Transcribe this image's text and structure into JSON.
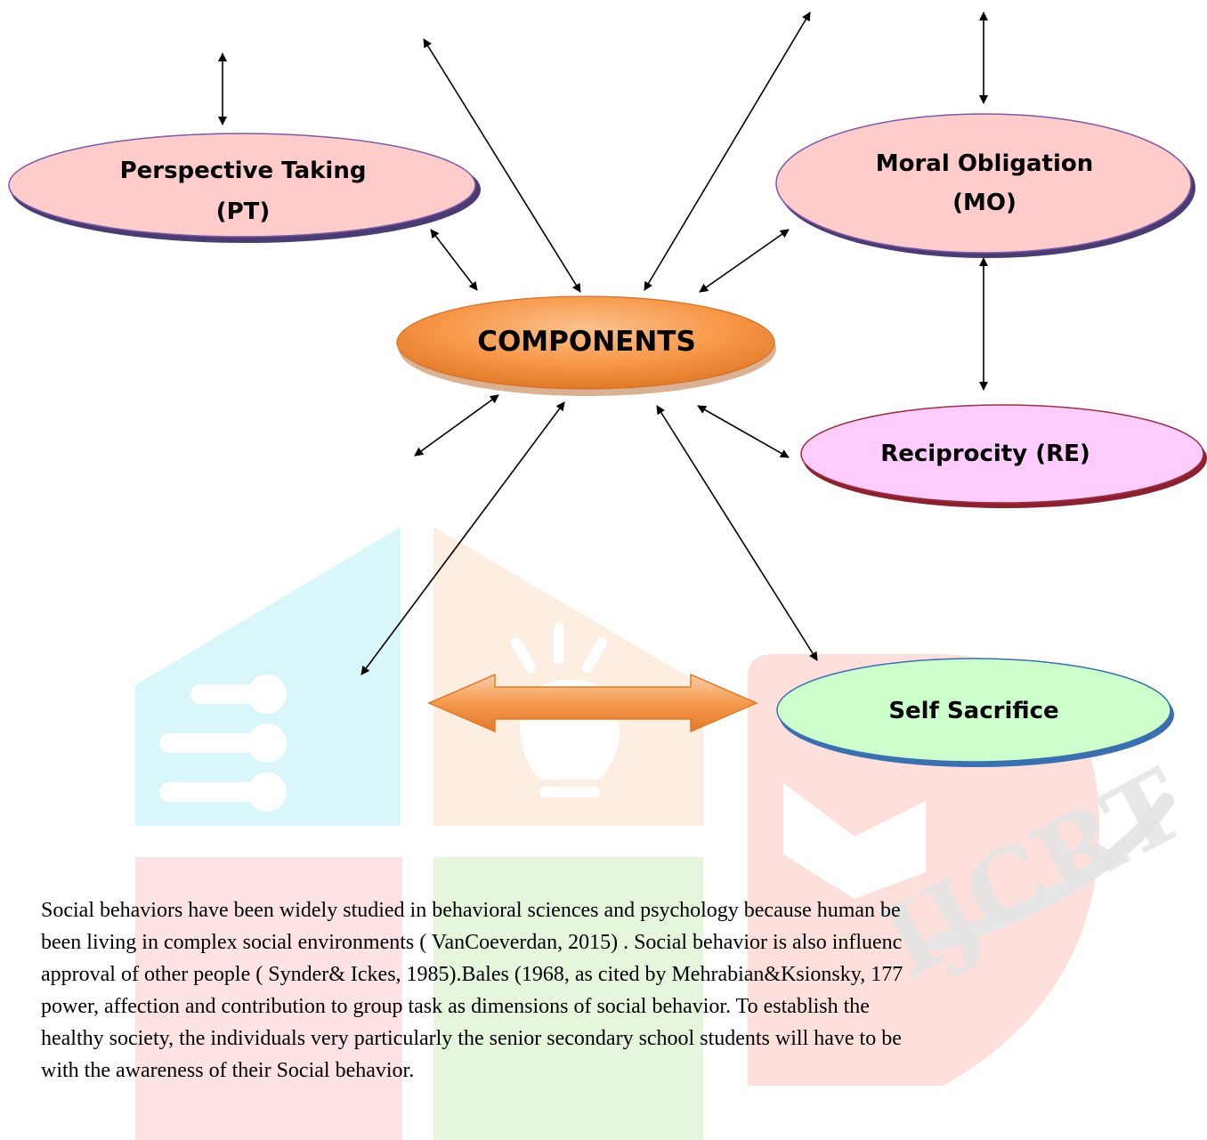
{
  "nodes": {
    "perspective_taking": {
      "line1": "Perspective Taking",
      "line2": "(PT)"
    },
    "moral_obligation": {
      "line1": "Moral Obligation",
      "line2": "(MO)"
    },
    "components": {
      "label": "COMPONENTS"
    },
    "reciprocity": {
      "label": "Reciprocity (RE)"
    },
    "self_sacrifice": {
      "label": "Self Sacrifice"
    }
  },
  "colors": {
    "pt_fill": "#ffcccc",
    "mo_fill": "#ffcccc",
    "components_fill": "#f79646",
    "reciprocity_fill": "#ffccff",
    "self_sacrifice_fill": "#ccffcc",
    "outline_purple": "#7a5aa6",
    "outline_red": "#9b3040",
    "outline_blue": "#3a6fb0"
  },
  "paragraph": {
    "lines": [
      "Social behaviors have been widely studied in behavioral sciences and psychology because human be",
      "been living in complex social environments ( VanCoeverdan, 2015) . Social behavior is also influenc",
      "approval of other people ( Synder& Ickes, 1985).Bales (1968, as cited by Mehrabian&Ksionsky, 177",
      "power, affection and contribution to group task as dimensions of social behavior. To  establish the",
      "healthy society, the individuals very particularly the senior secondary school  students will have to be",
      "with the awareness of their Social behavior."
    ]
  },
  "watermark": {
    "text": "IJCRT"
  }
}
